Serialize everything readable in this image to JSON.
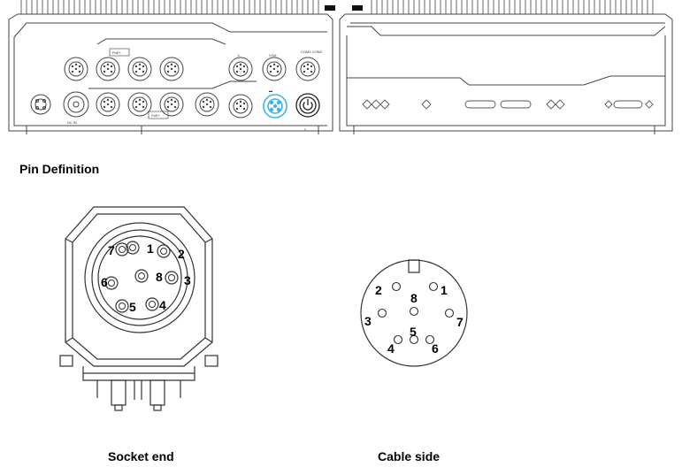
{
  "panel": {
    "port_labels": [
      "PoE+",
      "PoE+",
      "DC IN",
      "VGA",
      "COM1 COM2"
    ],
    "accent_color": "#3fb4e6"
  },
  "heading": "Pin Definition",
  "socket_end": {
    "caption": "Socket end",
    "pins": [
      "1",
      "2",
      "3",
      "4",
      "5",
      "6",
      "7",
      "8"
    ]
  },
  "cable_side": {
    "caption": "Cable side",
    "pins": [
      "1",
      "2",
      "3",
      "4",
      "5",
      "6",
      "7",
      "8"
    ]
  }
}
